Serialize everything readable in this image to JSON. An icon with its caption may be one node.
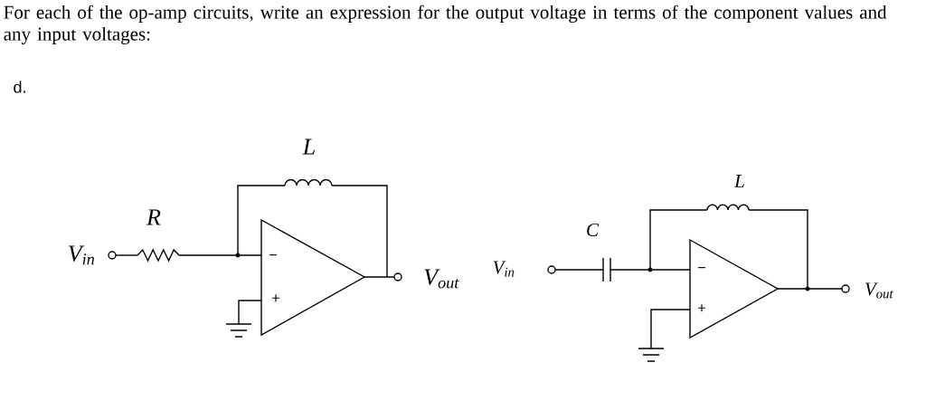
{
  "diagram": {
    "title": "For each of the op-amp circuits, write an expression for the output voltage in terms of the component values and any input voltages:",
    "labels": [
      "d.",
      "L",
      "R",
      "V$_{in}$",
      "−",
      "V$_{out}$",
      "+",
      "V$_{in}$",
      "L",
      "C",
      "−",
      "V$_{out}$",
      "+"
    ]
  }
}
